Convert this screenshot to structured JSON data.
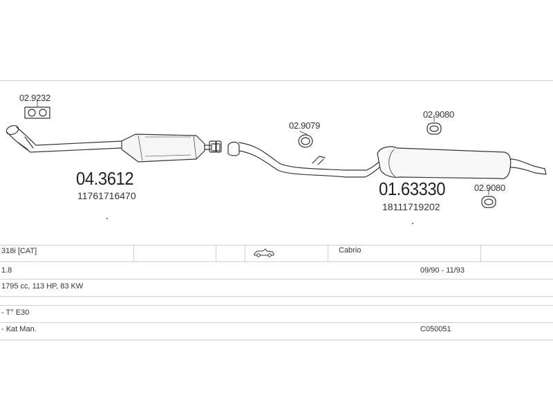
{
  "parts": {
    "gasket_1": "02.9232",
    "cat_converter_code": "04.3612",
    "cat_converter_oem": "11761716470",
    "ring_1": "02.9079",
    "ring_2": "02.9080",
    "rear_silencer_code": "01.63330",
    "rear_silencer_oem": "18111719202",
    "ring_3": "02.9080"
  },
  "vehicle": {
    "model": "318i  [CAT]",
    "body": "Cabrio",
    "engine_size": "1.8",
    "years": "09/90 - 11/93",
    "power": "1795 cc, 113 HP, 83 KW",
    "type": "- T° E30",
    "catalyst": "- Kat Man.",
    "cat_code": "C050051"
  },
  "icons": {
    "body_type": "convertible-car-icon"
  }
}
